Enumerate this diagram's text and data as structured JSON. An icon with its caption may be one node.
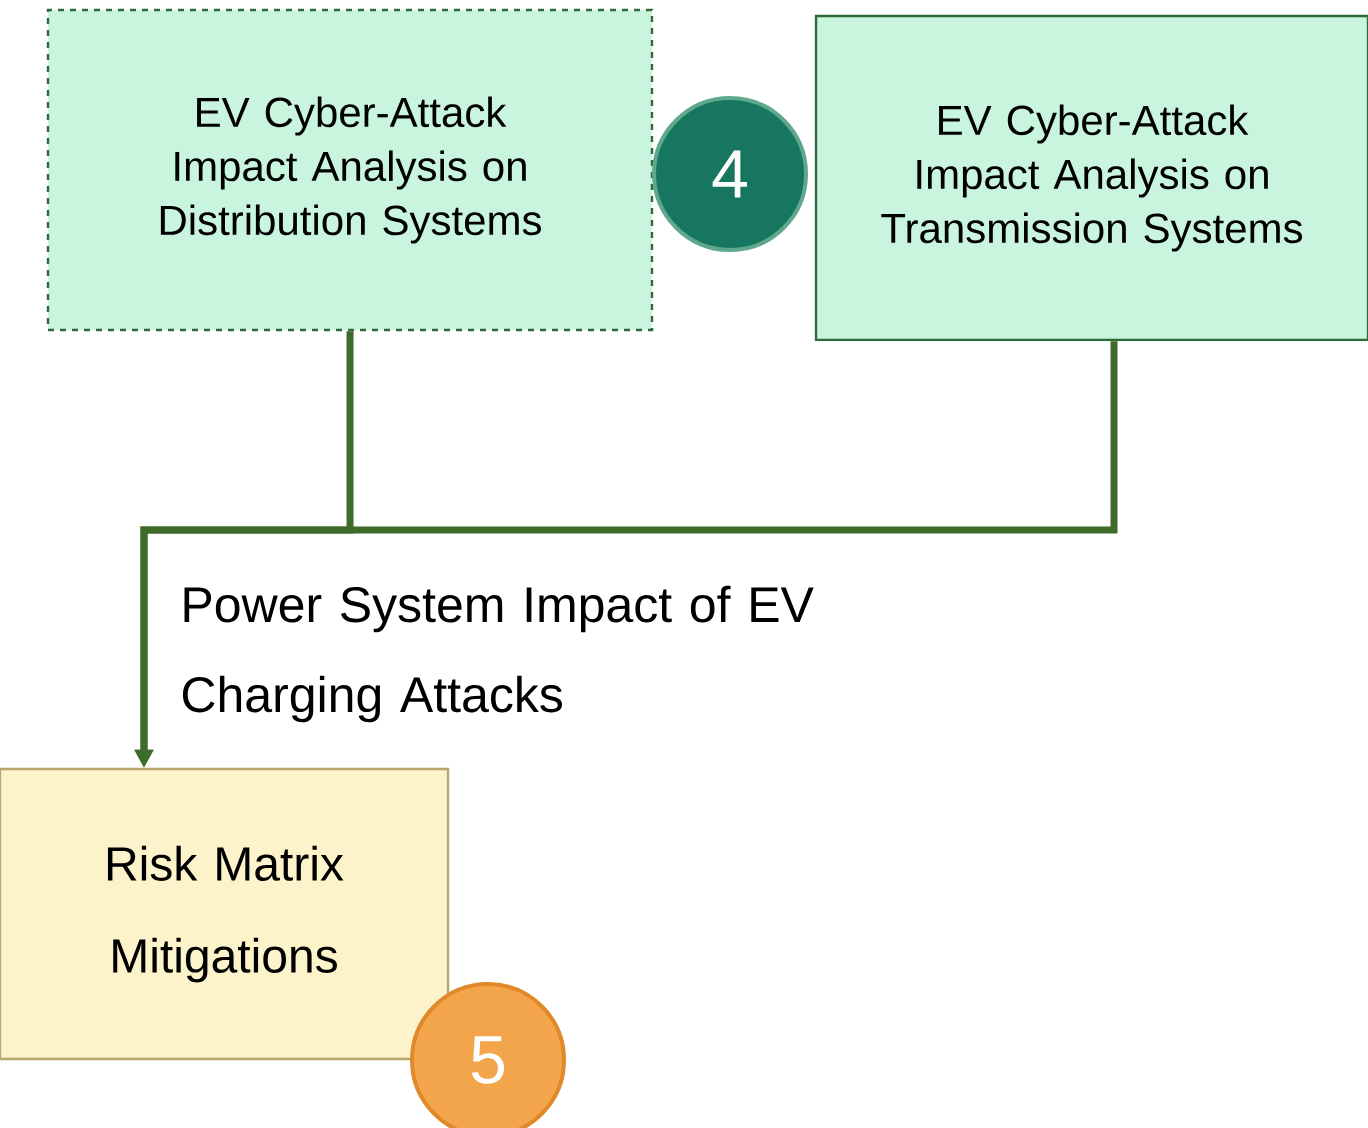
{
  "diagram": {
    "nodes": [
      {
        "text": [
          "EV Cyber-Attack Impact Analysis on Distribution Systems"
        ]
      },
      {
        "text": [
          "4"
        ]
      },
      {
        "text": [
          "EV Cyber-Attack Impact Analysis on Transmission Systems"
        ]
      },
      {
        "text": [
          "Risk Matrix Mitigations"
        ]
      },
      {
        "text": [
          "5"
        ]
      }
    ],
    "edges": [
      {
        "from": 0,
        "to": 3,
        "arrow": "to",
        "label": "Power System Impact of EV Charging Attacks"
      },
      {
        "from": 2,
        "to": 3,
        "arrow": "to"
      }
    ]
  }
}
